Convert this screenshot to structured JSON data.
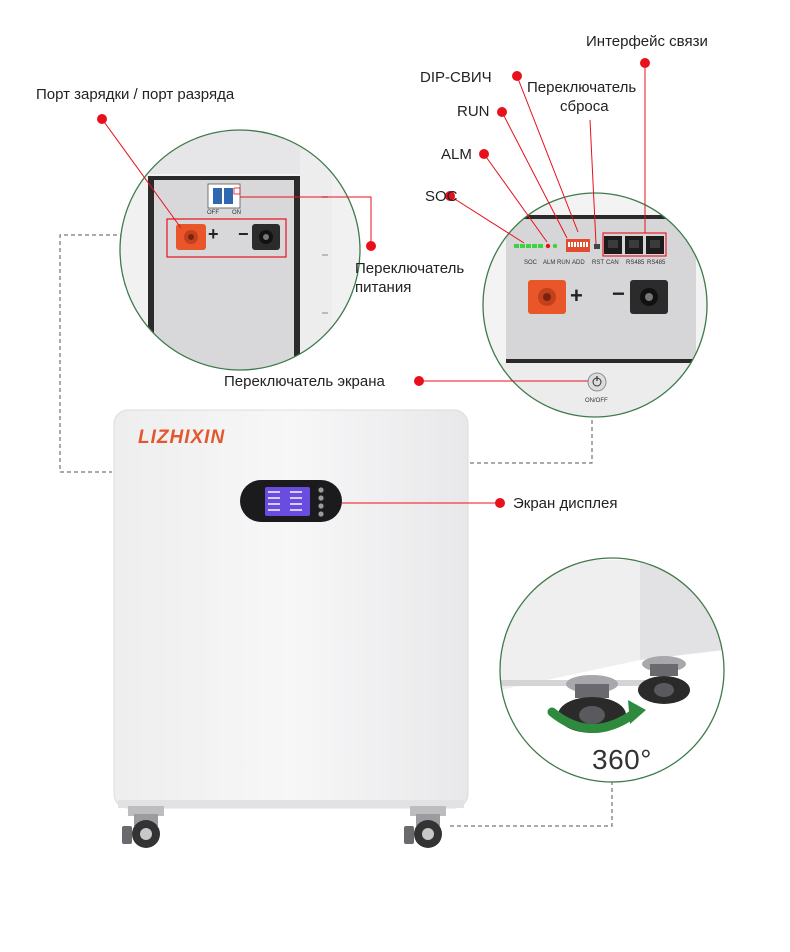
{
  "brand": {
    "name": "LIZHIXIN",
    "color": "#e4572e"
  },
  "labels": {
    "interface": "Интерфейс связи",
    "dip": "DIP-СВИЧ",
    "reset_line1": "Переключатель",
    "reset_line2": "сброса",
    "run": "RUN",
    "alm": "ALM",
    "soc": "SOC",
    "port": "Порт зарядки / порт разряда",
    "power_line1": "Переключатель",
    "power_line2": "питания",
    "screen_switch": "Переключатель экрана",
    "display": "Экран дисплея",
    "rotation": "360°"
  },
  "panel_text": {
    "soc": "SOC",
    "alm_run": "ALM RUN",
    "add": "ADD",
    "rst": "RST",
    "can": "CAN",
    "rs485_a": "RS485",
    "rs485_b": "RS485",
    "onoff": "ON/OFF",
    "off": "OFF",
    "on": "ON",
    "plus": "+",
    "minus": "−"
  },
  "colors": {
    "callout_dot": "#e8111b",
    "callout_line": "#e8111b",
    "circle_border": "#3f7a4a",
    "positive_terminal": "#e8562a",
    "negative_terminal": "#2b2b2b",
    "screen": "#6a4ce0",
    "rotation_arrow": "#2e8b3e"
  }
}
